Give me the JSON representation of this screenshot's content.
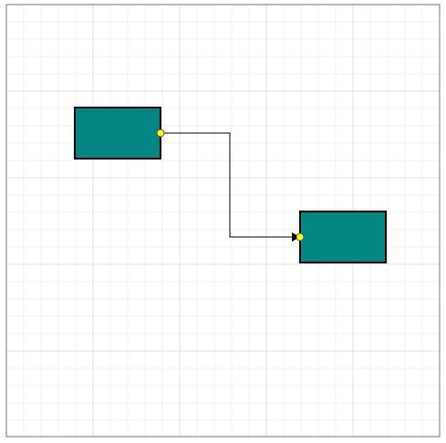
{
  "canvas": {
    "background": "#ffffff",
    "border_color": "#777777",
    "grid_minor_color": "#f0f0f0",
    "grid_major_color": "#e0e0e0"
  },
  "nodes": [
    {
      "id": "node-1",
      "fill": "#038782",
      "stroke": "#000000"
    },
    {
      "id": "node-2",
      "fill": "#038782",
      "stroke": "#000000"
    }
  ],
  "connectors": [
    {
      "id": "connector-1",
      "from": "node-1",
      "to": "node-2",
      "routing": "orthogonal",
      "stroke": "#000000",
      "target_arrow": "filled-triangle",
      "port_fill": "#ffff00"
    }
  ]
}
